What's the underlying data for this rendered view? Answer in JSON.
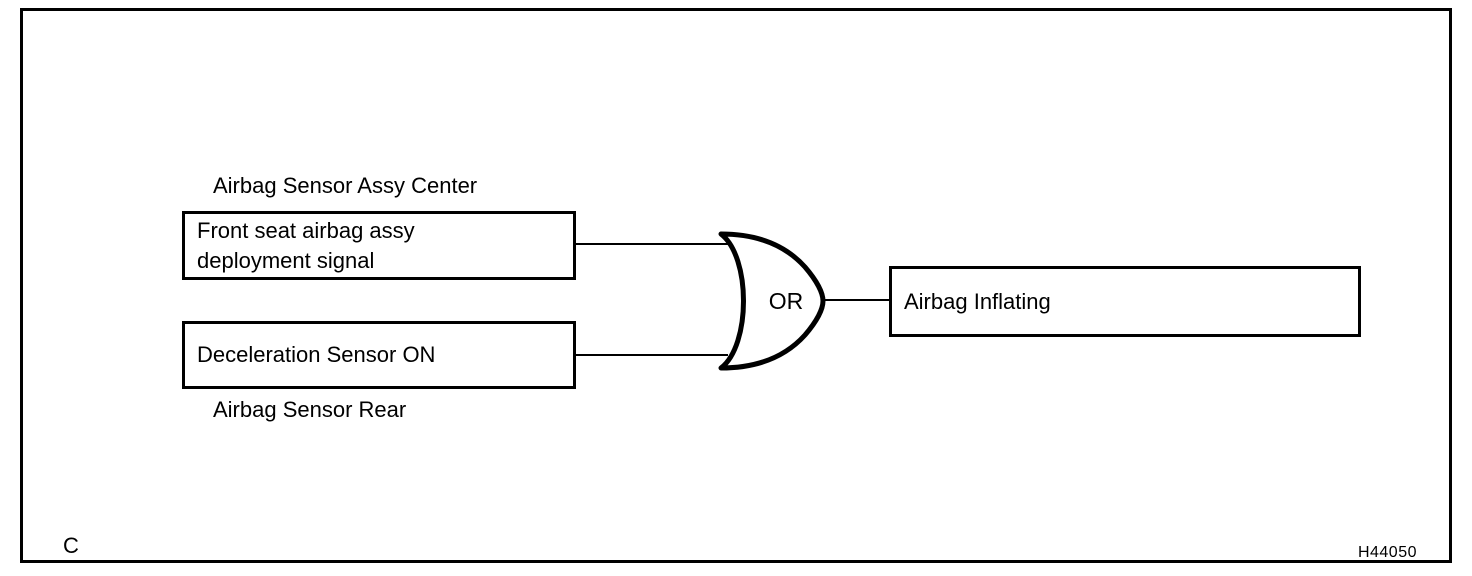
{
  "diagram": {
    "title_caption": "Airbag Sensor Assy Center",
    "bottom_caption": "Airbag Sensor Rear",
    "corner_letter": "C",
    "figure_code": "H44050",
    "blocks": [
      {
        "id": "front-seat-deployment",
        "label": "Front seat airbag assy\ndeployment signal"
      },
      {
        "id": "deceleration-sensor",
        "label": "Deceleration Sensor ON"
      },
      {
        "id": "airbag-inflating",
        "label": "Airbag Inflating"
      }
    ],
    "gate": {
      "type": "OR",
      "label": "OR",
      "inputs": [
        "front-seat-deployment",
        "deceleration-sensor"
      ],
      "output": "airbag-inflating"
    },
    "colors": {
      "line": "#000000",
      "background": "#ffffff",
      "text": "#000000"
    }
  }
}
